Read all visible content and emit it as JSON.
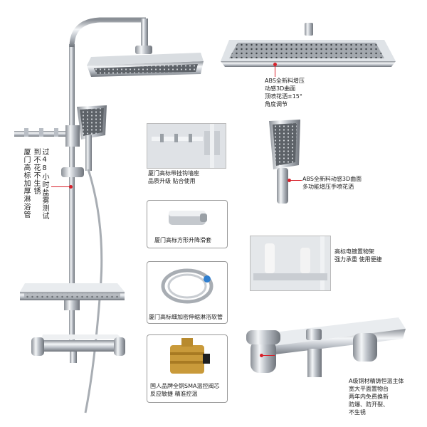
{
  "left_callout": {
    "col1": "厦门高标加厚淋浴管",
    "col2": "到不花不生锈",
    "col3": "过48小时盐雾测试"
  },
  "head_callout": {
    "line1": "ABS全新料增压",
    "line2": "动感3D曲面",
    "line3": "顶喷花洒±15°",
    "line4": "角度调节"
  },
  "handheld_callout": {
    "line1": "ABS全新料动感3D曲面",
    "line2": "多功能增压手喷花洒"
  },
  "hook_box": {
    "line1": "厦门高标带挂钩墙座",
    "line2": "品质升级 贴合使用"
  },
  "slider_box": {
    "line1": "厦门高标方形升降滑套"
  },
  "hose_box": {
    "line1": "厦门高标细加密伸缩淋浴软管"
  },
  "valve_box": {
    "line1": "国人品牌全铜SMA温控阀芯",
    "line2": "反应敏捷 精准控温"
  },
  "shelf_callout": {
    "line1": "高标电镀置物架",
    "line2": "强力承重 使用便捷"
  },
  "mixer_callout": {
    "line1": "A级铜材精铸恒温主体",
    "line2": "宽大平面置物台",
    "line3": "两年内免费换新",
    "line4": "防爆、防开裂、",
    "line5": "不生锈"
  }
}
